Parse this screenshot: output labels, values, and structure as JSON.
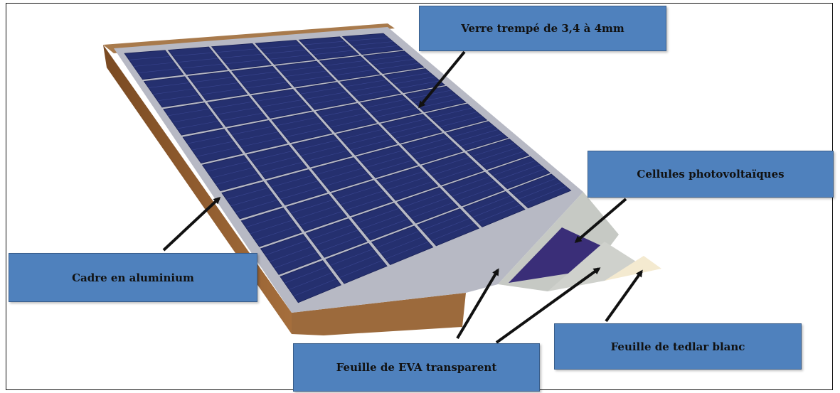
{
  "labels": {
    "verre": "Verre trempé de 3,4 à  4mm",
    "cellules": "Cellules photovoltaïques",
    "cadre": "Cadre en aluminium",
    "tedlar": "Feuille de tedlar blanc",
    "eva": "Feuille de EVA transparent"
  },
  "colors": {
    "label_fill": "#4f81bd",
    "cell_blue": "#25306f",
    "glass_grey": "#b7b9c4",
    "frame_brown": "#8b5a2b",
    "eva_grey": "#c6c9c4",
    "tedlar_cream": "#f4ead0"
  }
}
